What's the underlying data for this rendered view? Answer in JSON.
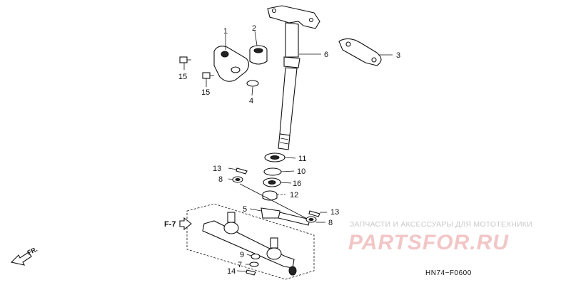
{
  "callouts": {
    "c1": "1",
    "c2": "2",
    "c3": "3",
    "c4": "4",
    "c5": "5",
    "c6": "6",
    "c7": "7",
    "c8a": "8",
    "c8b": "8",
    "c9": "9",
    "c10": "10",
    "c11": "11",
    "c12": "12",
    "c13a": "13",
    "c13b": "13",
    "c14": "14",
    "c15a": "15",
    "c15b": "15",
    "c16": "16"
  },
  "reference": {
    "f7": "F-7",
    "fr": "FR."
  },
  "diagram_code": "HN74−F0600",
  "watermark": {
    "tagline": "ЗАПЧАСТИ И АКСЕССУАРЫ ДЛЯ МОТОТЕХНИКИ",
    "brand": "PARTSFOR.RU"
  }
}
